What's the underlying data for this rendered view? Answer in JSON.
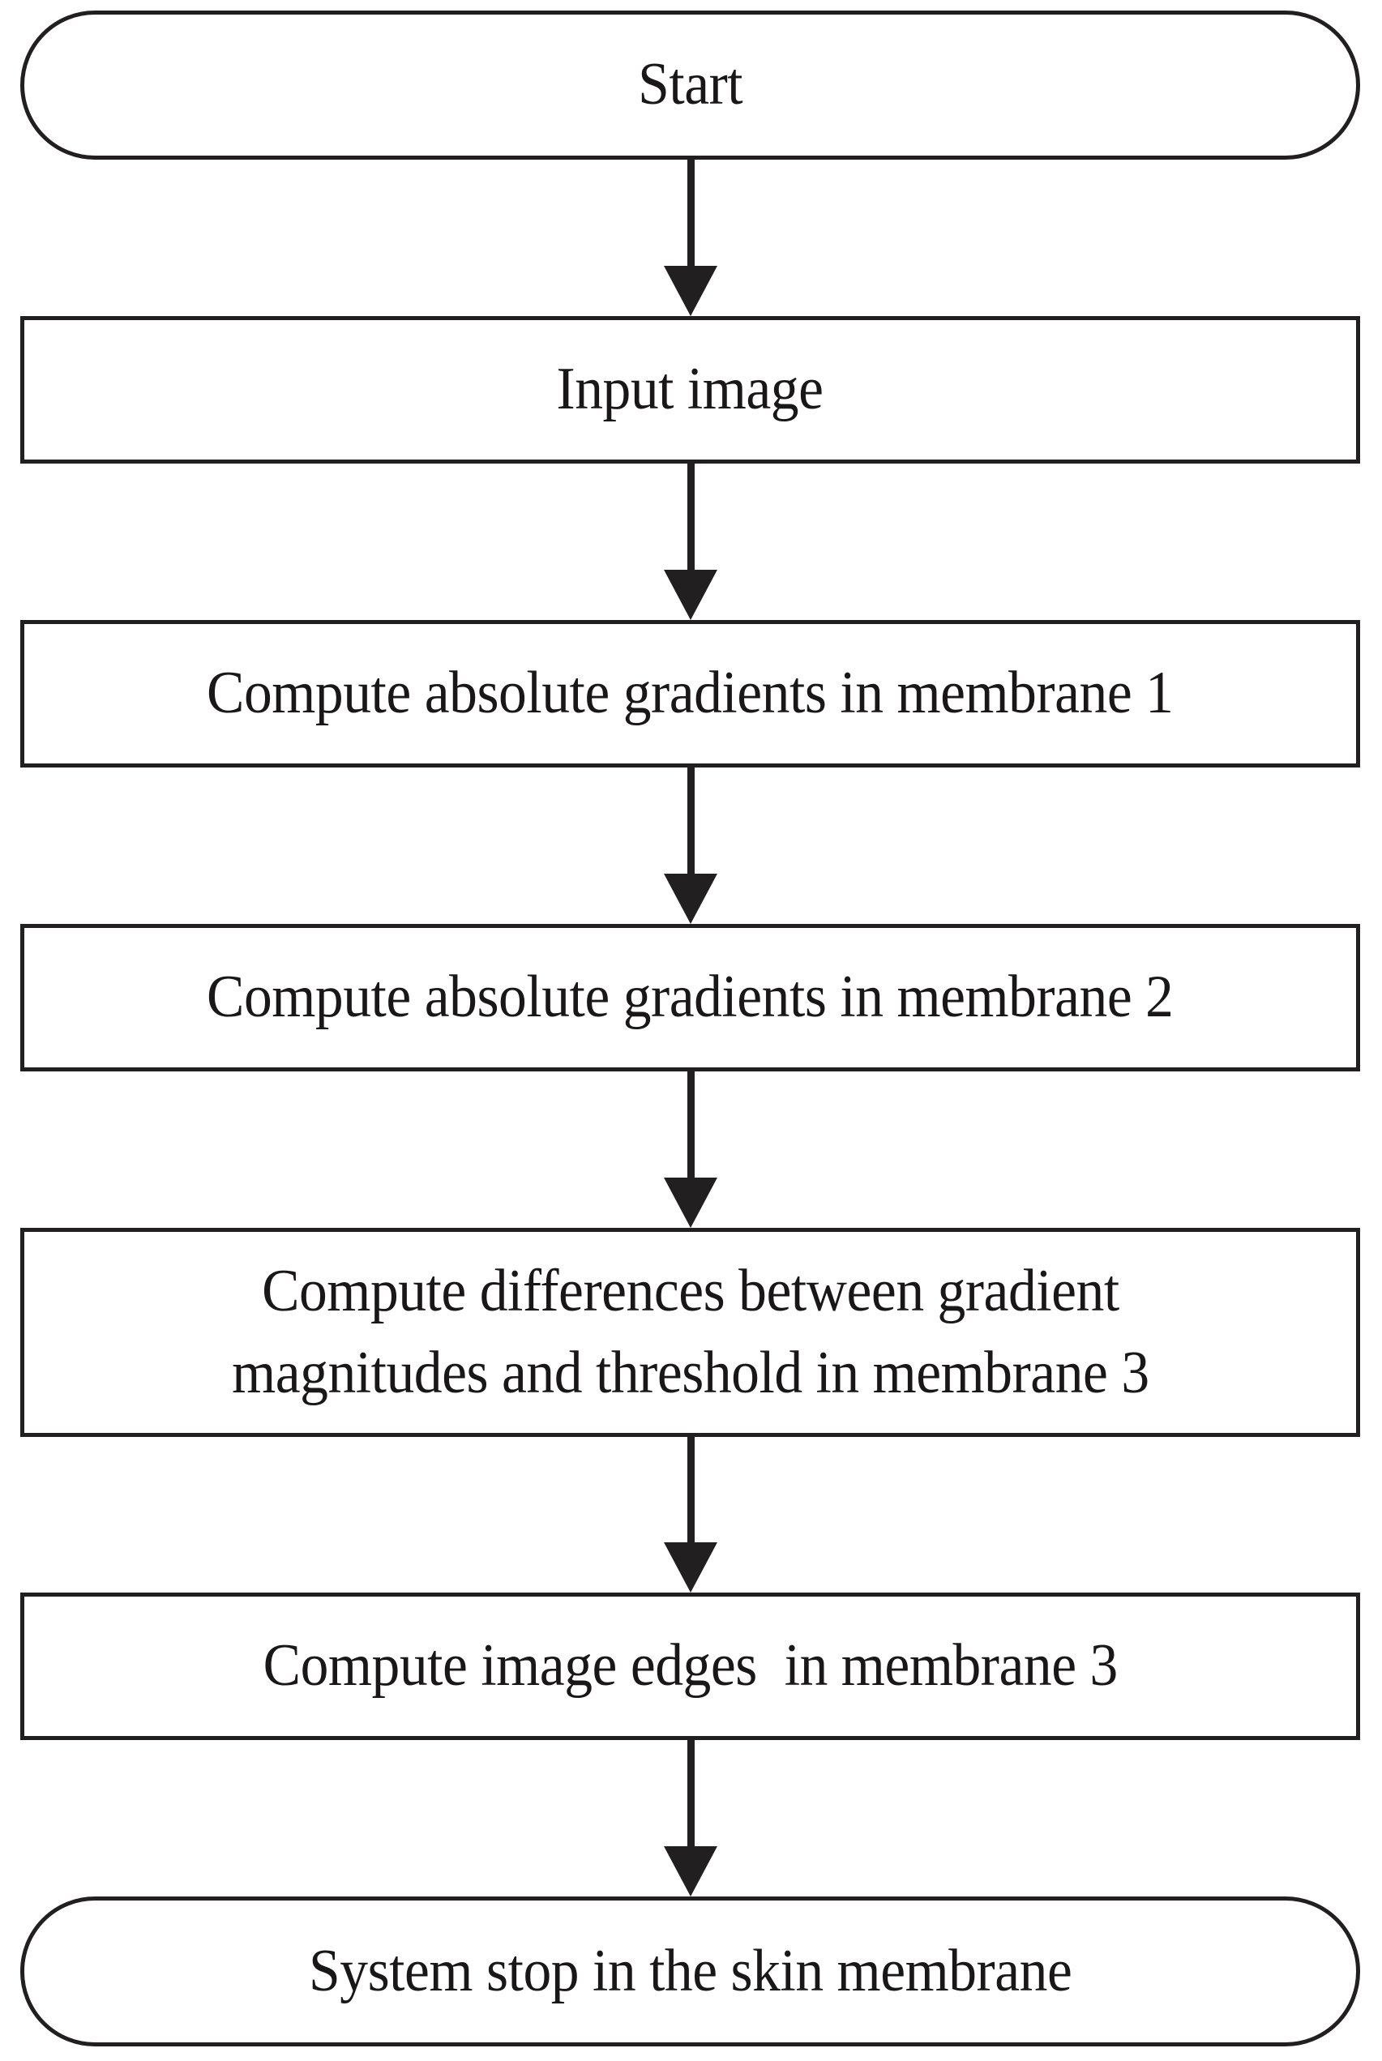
{
  "diagram": {
    "title": "Edge detection membrane system flowchart",
    "orientation": "top-to-bottom",
    "background_color": "#ffffff",
    "line_color": "#221f20",
    "nodes": [
      {
        "id": "start",
        "shape": "terminator",
        "label": "Start"
      },
      {
        "id": "input-image",
        "shape": "process",
        "label": "Input image"
      },
      {
        "id": "gradients-membrane-1",
        "shape": "process",
        "label": "Compute absolute gradients in membrane 1"
      },
      {
        "id": "gradients-membrane-2",
        "shape": "process",
        "label": "Compute absolute gradients in membrane 2"
      },
      {
        "id": "differences-membrane-3",
        "shape": "process",
        "label": "Compute differences between gradient\nmagnitudes and threshold in membrane 3"
      },
      {
        "id": "image-edges-membrane-3",
        "shape": "process",
        "label": "Compute image edges  in membrane 3"
      },
      {
        "id": "system-stop",
        "shape": "terminator",
        "label": "System stop in the skin membrane"
      }
    ],
    "connectors": [
      {
        "id": "start-to-input-image",
        "from": "start",
        "to": "input-image",
        "kind": "arrow-down"
      },
      {
        "id": "input-image-to-gradients-1",
        "from": "input-image",
        "to": "gradients-membrane-1",
        "kind": "arrow-down"
      },
      {
        "id": "gradients-1-to-gradients-2",
        "from": "gradients-membrane-1",
        "to": "gradients-membrane-2",
        "kind": "arrow-down"
      },
      {
        "id": "gradients-2-to-differences",
        "from": "gradients-membrane-2",
        "to": "differences-membrane-3",
        "kind": "arrow-down"
      },
      {
        "id": "differences-to-image-edges",
        "from": "differences-membrane-3",
        "to": "image-edges-membrane-3",
        "kind": "arrow-down"
      },
      {
        "id": "image-edges-to-system-stop",
        "from": "image-edges-membrane-3",
        "to": "system-stop",
        "kind": "arrow-down"
      }
    ]
  }
}
